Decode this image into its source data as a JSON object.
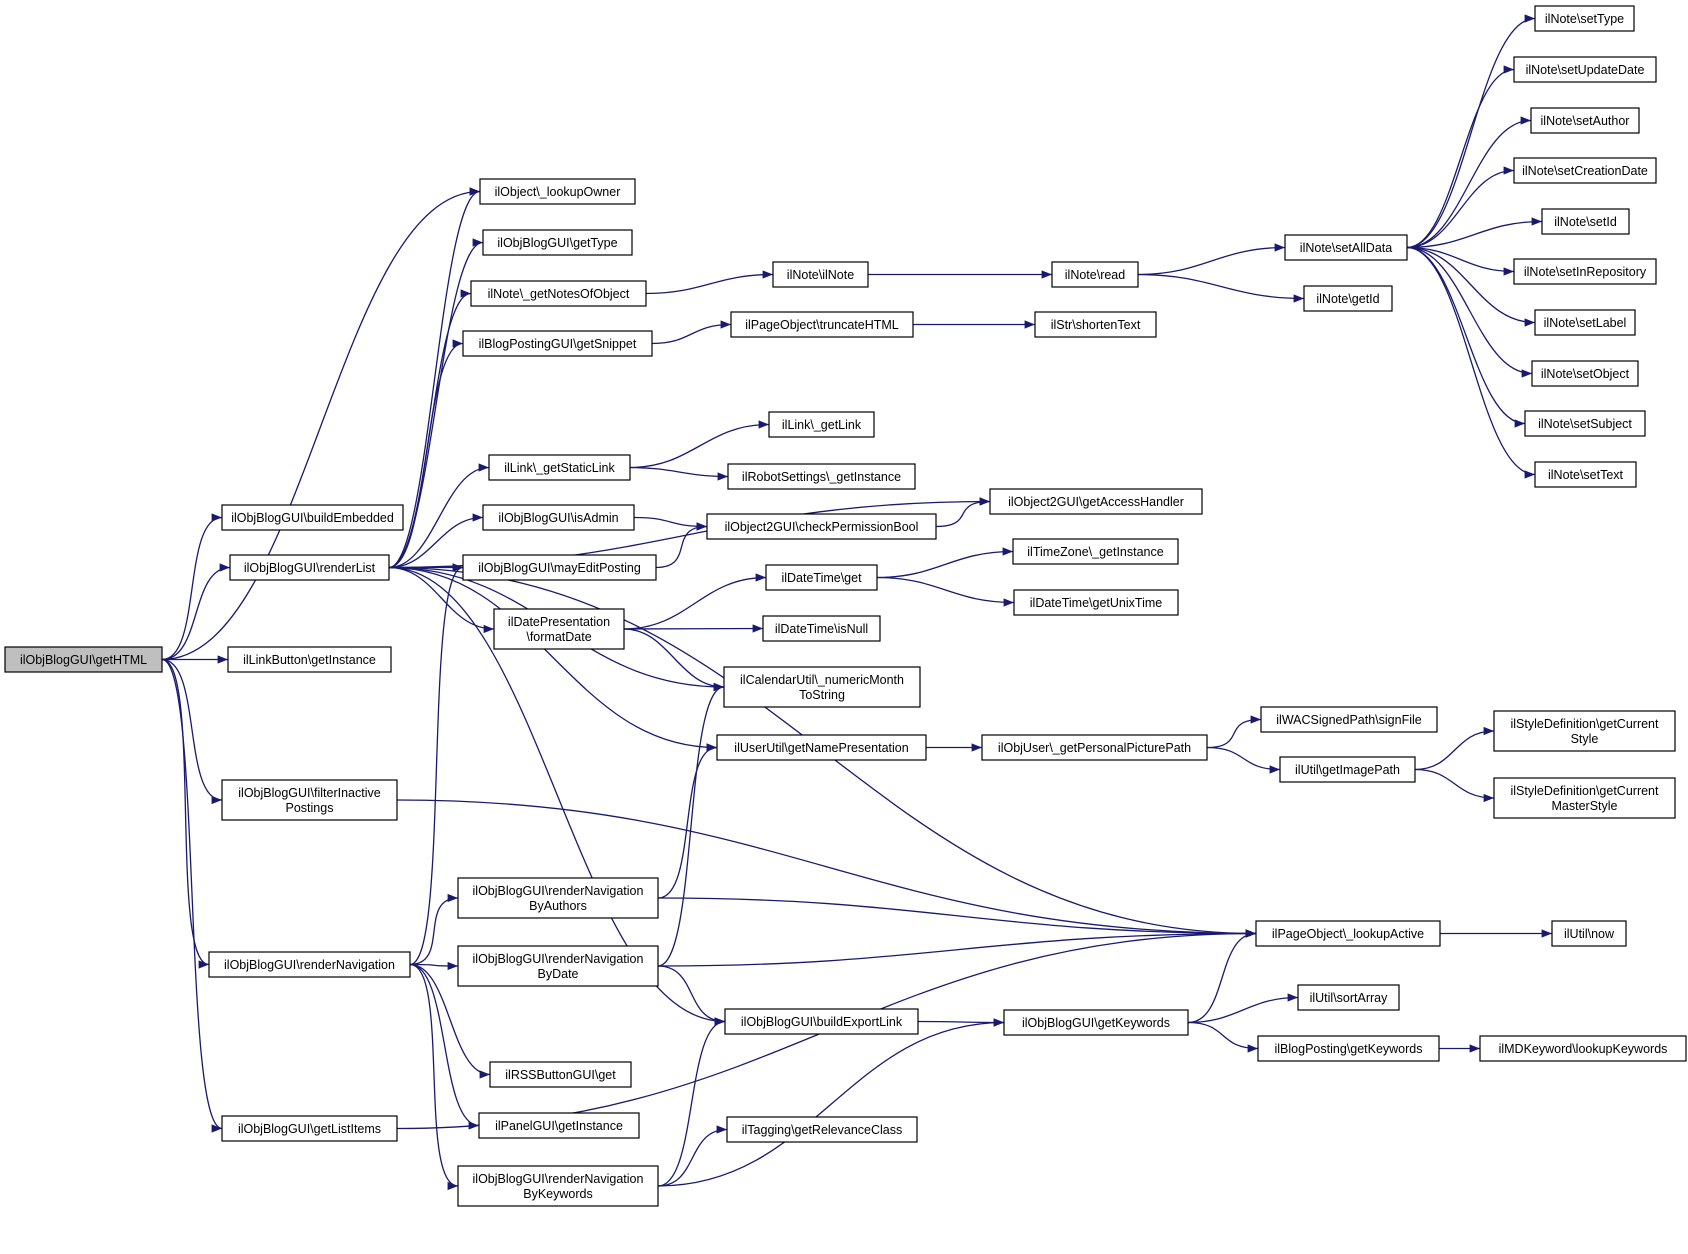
{
  "colors": {
    "edge": "#191970",
    "root_fill": "#bfbfbf",
    "node_fill": "#ffffff",
    "node_stroke": "#000000"
  },
  "nodes": [
    {
      "id": "getHTML",
      "lines": [
        "ilObjBlogGUI\\getHTML"
      ],
      "root": true
    },
    {
      "id": "lookupOwner",
      "lines": [
        "ilObject\\_lookupOwner"
      ]
    },
    {
      "id": "getType",
      "lines": [
        "ilObjBlogGUI\\getType"
      ]
    },
    {
      "id": "getNotesOfObject",
      "lines": [
        "ilNote\\_getNotesOfObject"
      ]
    },
    {
      "id": "getSnippet",
      "lines": [
        "ilBlogPostingGUI\\getSnippet"
      ]
    },
    {
      "id": "buildEmbedded",
      "lines": [
        "ilObjBlogGUI\\buildEmbedded"
      ]
    },
    {
      "id": "renderList",
      "lines": [
        "ilObjBlogGUI\\renderList"
      ]
    },
    {
      "id": "linkButtonGetInstance",
      "lines": [
        "ilLinkButton\\getInstance"
      ]
    },
    {
      "id": "filterInactive",
      "lines": [
        "ilObjBlogGUI\\filterInactive",
        "Postings"
      ]
    },
    {
      "id": "renderNavigation",
      "lines": [
        "ilObjBlogGUI\\renderNavigation"
      ]
    },
    {
      "id": "getListItems",
      "lines": [
        "ilObjBlogGUI\\getListItems"
      ]
    },
    {
      "id": "getStaticLink",
      "lines": [
        "ilLink\\_getStaticLink"
      ]
    },
    {
      "id": "isAdmin",
      "lines": [
        "ilObjBlogGUI\\isAdmin"
      ]
    },
    {
      "id": "mayEditPosting",
      "lines": [
        "ilObjBlogGUI\\mayEditPosting"
      ]
    },
    {
      "id": "formatDate",
      "lines": [
        "ilDatePresentation",
        "\\formatDate"
      ]
    },
    {
      "id": "renderNavByAuthors",
      "lines": [
        "ilObjBlogGUI\\renderNavigation",
        "ByAuthors"
      ]
    },
    {
      "id": "renderNavByDate",
      "lines": [
        "ilObjBlogGUI\\renderNavigation",
        "ByDate"
      ]
    },
    {
      "id": "rssGet",
      "lines": [
        "ilRSSButtonGUI\\get"
      ]
    },
    {
      "id": "panelGetInstance",
      "lines": [
        "ilPanelGUI\\getInstance"
      ]
    },
    {
      "id": "renderNavByKeywords",
      "lines": [
        "ilObjBlogGUI\\renderNavigation",
        "ByKeywords"
      ]
    },
    {
      "id": "noteIlNote",
      "lines": [
        "ilNote\\ilNote"
      ]
    },
    {
      "id": "truncateHTML",
      "lines": [
        "ilPageObject\\truncateHTML"
      ]
    },
    {
      "id": "getLink",
      "lines": [
        "ilLink\\_getLink"
      ]
    },
    {
      "id": "robotGetInstance",
      "lines": [
        "ilRobotSettings\\_getInstance"
      ]
    },
    {
      "id": "checkPermissionBool",
      "lines": [
        "ilObject2GUI\\checkPermissionBool"
      ]
    },
    {
      "id": "dateTimeGet",
      "lines": [
        "ilDateTime\\get"
      ]
    },
    {
      "id": "dateTimeIsNull",
      "lines": [
        "ilDateTime\\isNull"
      ]
    },
    {
      "id": "numericMonth",
      "lines": [
        "ilCalendarUtil\\_numericMonth",
        "ToString"
      ]
    },
    {
      "id": "getNamePresentation",
      "lines": [
        "ilUserUtil\\getNamePresentation"
      ]
    },
    {
      "id": "buildExportLink",
      "lines": [
        "ilObjBlogGUI\\buildExportLink"
      ]
    },
    {
      "id": "getRelevanceClass",
      "lines": [
        "ilTagging\\getRelevanceClass"
      ]
    },
    {
      "id": "noteRead",
      "lines": [
        "ilNote\\read"
      ]
    },
    {
      "id": "shortenText",
      "lines": [
        "ilStr\\shortenText"
      ]
    },
    {
      "id": "getAccessHandler",
      "lines": [
        "ilObject2GUI\\getAccessHandler"
      ]
    },
    {
      "id": "tzGetInstance",
      "lines": [
        "ilTimeZone\\_getInstance"
      ]
    },
    {
      "id": "getUnixTime",
      "lines": [
        "ilDateTime\\getUnixTime"
      ]
    },
    {
      "id": "getPersonalPicturePath",
      "lines": [
        "ilObjUser\\_getPersonalPicturePath"
      ]
    },
    {
      "id": "getKeywords",
      "lines": [
        "ilObjBlogGUI\\getKeywords"
      ]
    },
    {
      "id": "setAllData",
      "lines": [
        "ilNote\\setAllData"
      ]
    },
    {
      "id": "noteGetId",
      "lines": [
        "ilNote\\getId"
      ]
    },
    {
      "id": "signFile",
      "lines": [
        "ilWACSignedPath\\signFile"
      ]
    },
    {
      "id": "getImagePath",
      "lines": [
        "ilUtil\\getImagePath"
      ]
    },
    {
      "id": "lookupActive",
      "lines": [
        "ilPageObject\\_lookupActive"
      ]
    },
    {
      "id": "sortArray",
      "lines": [
        "ilUtil\\sortArray"
      ]
    },
    {
      "id": "postingGetKeywords",
      "lines": [
        "ilBlogPosting\\getKeywords"
      ]
    },
    {
      "id": "setType",
      "lines": [
        "ilNote\\setType"
      ]
    },
    {
      "id": "setUpdateDate",
      "lines": [
        "ilNote\\setUpdateDate"
      ]
    },
    {
      "id": "setAuthor",
      "lines": [
        "ilNote\\setAuthor"
      ]
    },
    {
      "id": "setCreationDate",
      "lines": [
        "ilNote\\setCreationDate"
      ]
    },
    {
      "id": "setId",
      "lines": [
        "ilNote\\setId"
      ]
    },
    {
      "id": "setInRepository",
      "lines": [
        "ilNote\\setInRepository"
      ]
    },
    {
      "id": "setLabel",
      "lines": [
        "ilNote\\setLabel"
      ]
    },
    {
      "id": "setObject",
      "lines": [
        "ilNote\\setObject"
      ]
    },
    {
      "id": "setSubject",
      "lines": [
        "ilNote\\setSubject"
      ]
    },
    {
      "id": "setText",
      "lines": [
        "ilNote\\setText"
      ]
    },
    {
      "id": "getCurrentStyle",
      "lines": [
        "ilStyleDefinition\\getCurrent",
        "Style"
      ]
    },
    {
      "id": "getCurrentMasterStyle",
      "lines": [
        "ilStyleDefinition\\getCurrent",
        "MasterStyle"
      ]
    },
    {
      "id": "utilNow",
      "lines": [
        "ilUtil\\now"
      ]
    },
    {
      "id": "lookupKeywords",
      "lines": [
        "ilMDKeyword\\lookupKeywords"
      ]
    }
  ],
  "edges": [
    [
      "getHTML",
      "lookupOwner"
    ],
    [
      "getHTML",
      "buildEmbedded"
    ],
    [
      "getHTML",
      "renderList"
    ],
    [
      "getHTML",
      "linkButtonGetInstance"
    ],
    [
      "getHTML",
      "filterInactive"
    ],
    [
      "getHTML",
      "renderNavigation"
    ],
    [
      "getHTML",
      "getListItems"
    ],
    [
      "renderList",
      "lookupOwner"
    ],
    [
      "renderList",
      "getType"
    ],
    [
      "renderList",
      "getNotesOfObject"
    ],
    [
      "renderList",
      "getSnippet"
    ],
    [
      "renderList",
      "getAccessHandler"
    ],
    [
      "renderList",
      "getStaticLink"
    ],
    [
      "renderList",
      "isAdmin"
    ],
    [
      "renderList",
      "mayEditPosting"
    ],
    [
      "renderList",
      "formatDate"
    ],
    [
      "renderList",
      "numericMonth"
    ],
    [
      "renderList",
      "getNamePresentation"
    ],
    [
      "renderList",
      "lookupActive"
    ],
    [
      "renderList",
      "buildExportLink"
    ],
    [
      "filterInactive",
      "lookupActive"
    ],
    [
      "renderNavigation",
      "mayEditPosting"
    ],
    [
      "renderNavigation",
      "renderNavByAuthors"
    ],
    [
      "renderNavigation",
      "renderNavByDate"
    ],
    [
      "renderNavigation",
      "rssGet"
    ],
    [
      "renderNavigation",
      "panelGetInstance"
    ],
    [
      "renderNavigation",
      "renderNavByKeywords"
    ],
    [
      "getListItems",
      "lookupActive"
    ],
    [
      "getNotesOfObject",
      "noteIlNote"
    ],
    [
      "noteIlNote",
      "noteRead"
    ],
    [
      "noteRead",
      "setAllData"
    ],
    [
      "noteRead",
      "noteGetId"
    ],
    [
      "setAllData",
      "setType"
    ],
    [
      "setAllData",
      "setUpdateDate"
    ],
    [
      "setAllData",
      "setAuthor"
    ],
    [
      "setAllData",
      "setCreationDate"
    ],
    [
      "setAllData",
      "setId"
    ],
    [
      "setAllData",
      "setInRepository"
    ],
    [
      "setAllData",
      "setLabel"
    ],
    [
      "setAllData",
      "setObject"
    ],
    [
      "setAllData",
      "setSubject"
    ],
    [
      "setAllData",
      "setText"
    ],
    [
      "getSnippet",
      "truncateHTML"
    ],
    [
      "truncateHTML",
      "shortenText"
    ],
    [
      "getStaticLink",
      "getLink"
    ],
    [
      "getStaticLink",
      "robotGetInstance"
    ],
    [
      "isAdmin",
      "checkPermissionBool"
    ],
    [
      "mayEditPosting",
      "checkPermissionBool"
    ],
    [
      "checkPermissionBool",
      "getAccessHandler"
    ],
    [
      "formatDate",
      "dateTimeGet"
    ],
    [
      "formatDate",
      "dateTimeIsNull"
    ],
    [
      "formatDate",
      "numericMonth"
    ],
    [
      "dateTimeGet",
      "tzGetInstance"
    ],
    [
      "dateTimeGet",
      "getUnixTime"
    ],
    [
      "getNamePresentation",
      "getPersonalPicturePath"
    ],
    [
      "getPersonalPicturePath",
      "signFile"
    ],
    [
      "getPersonalPicturePath",
      "getImagePath"
    ],
    [
      "getImagePath",
      "getCurrentStyle"
    ],
    [
      "getImagePath",
      "getCurrentMasterStyle"
    ],
    [
      "renderNavByAuthors",
      "getNamePresentation"
    ],
    [
      "renderNavByAuthors",
      "lookupActive"
    ],
    [
      "renderNavByDate",
      "numericMonth"
    ],
    [
      "renderNavByDate",
      "lookupActive"
    ],
    [
      "renderNavByDate",
      "buildExportLink"
    ],
    [
      "renderNavByKeywords",
      "buildExportLink"
    ],
    [
      "renderNavByKeywords",
      "getRelevanceClass"
    ],
    [
      "renderNavByKeywords",
      "getKeywords"
    ],
    [
      "buildExportLink",
      "getKeywords"
    ],
    [
      "getKeywords",
      "lookupActive"
    ],
    [
      "getKeywords",
      "sortArray"
    ],
    [
      "getKeywords",
      "postingGetKeywords"
    ],
    [
      "postingGetKeywords",
      "lookupKeywords"
    ],
    [
      "lookupActive",
      "utilNow"
    ]
  ]
}
